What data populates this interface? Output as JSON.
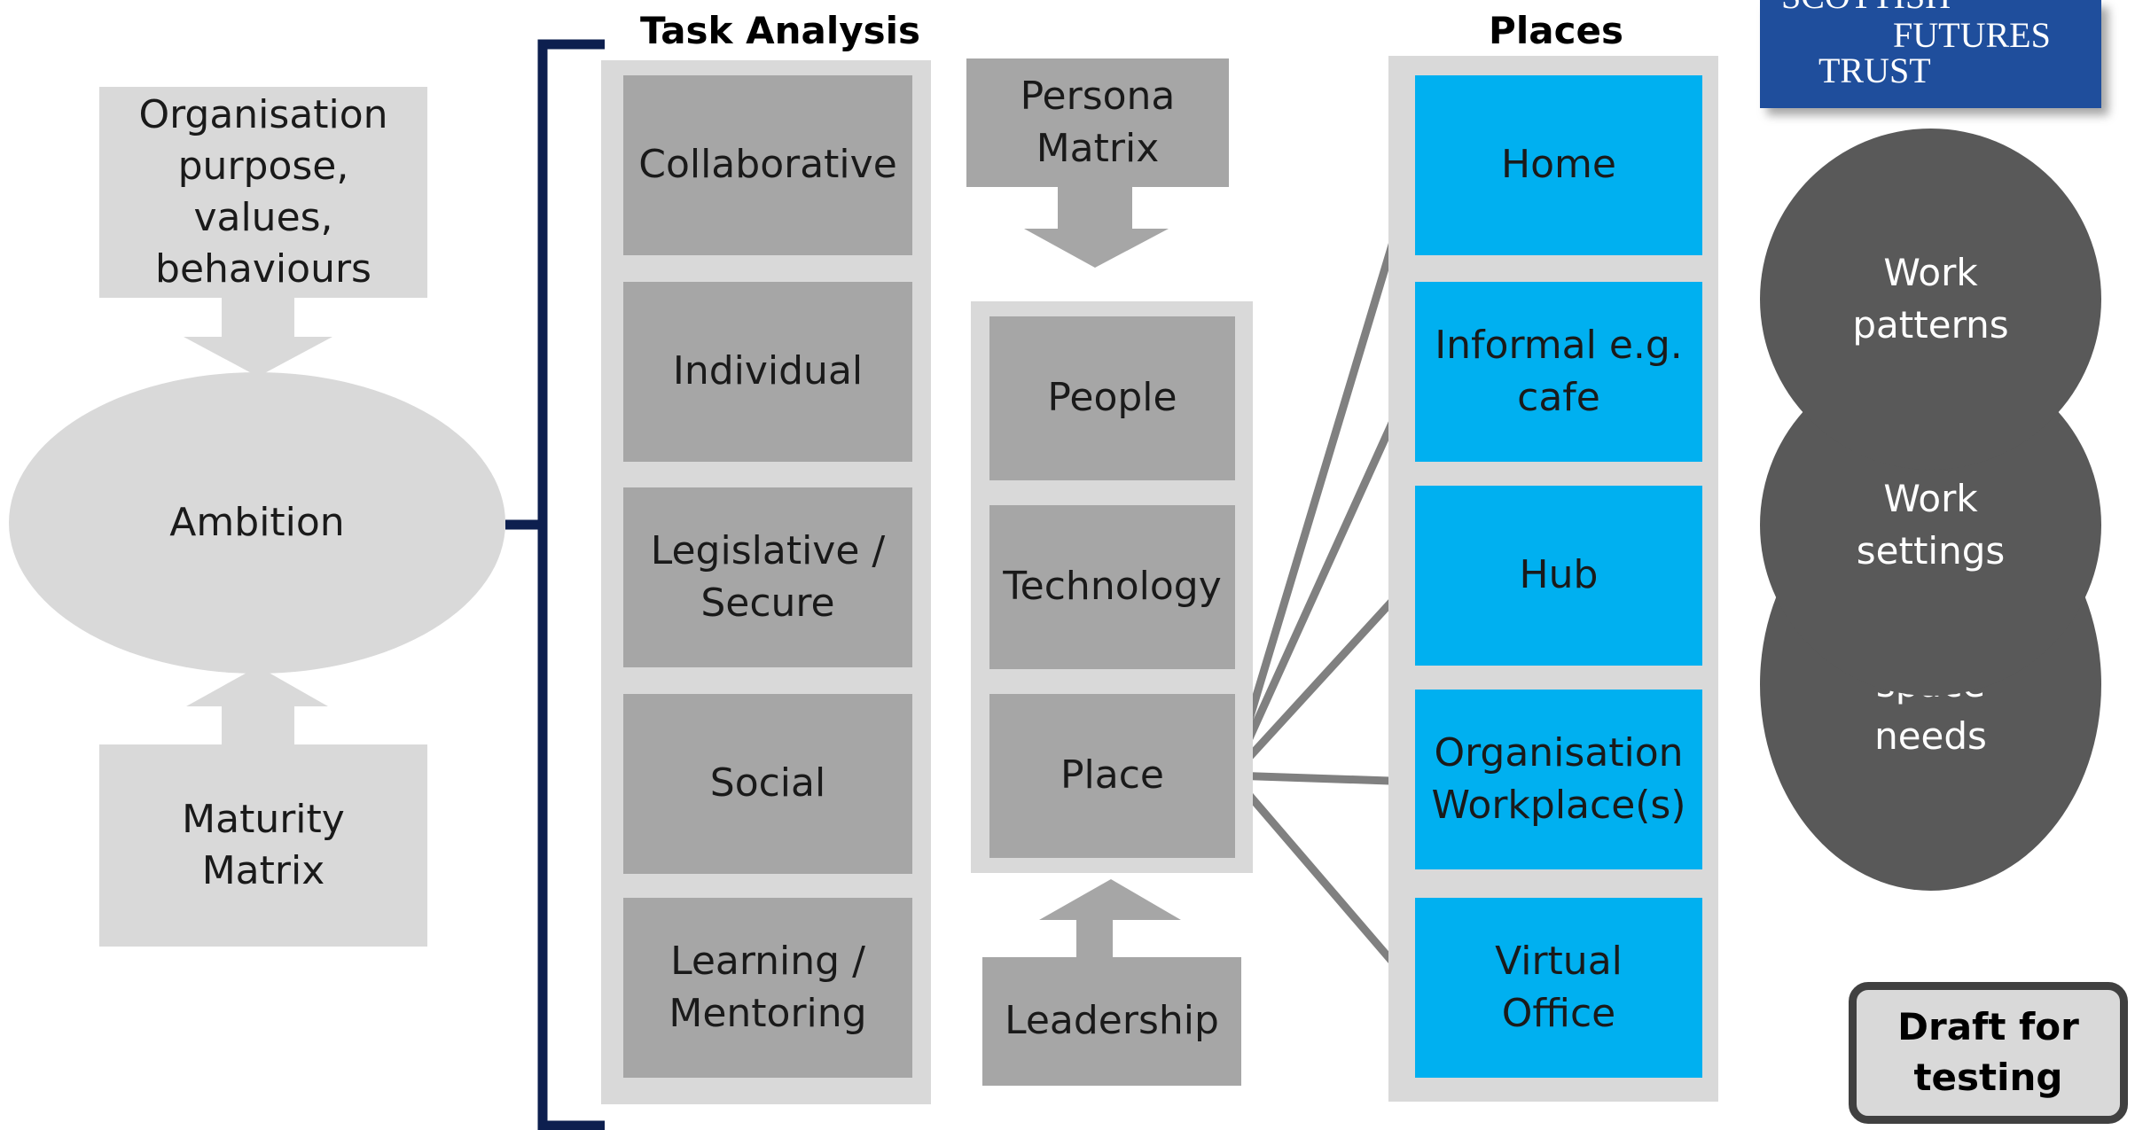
{
  "left": {
    "organisation": "Organisation\npurpose, values,\nbehaviours",
    "ambition": "Ambition",
    "maturity": "Maturity\nMatrix"
  },
  "task_analysis": {
    "title": "Task Analysis",
    "items": [
      "Collaborative",
      "Individual",
      "Legislative /\nSecure",
      "Social",
      "Learning /\nMentoring"
    ]
  },
  "middle": {
    "persona": "Persona\nMatrix",
    "items": [
      "People",
      "Technology",
      "Place"
    ],
    "leadership": "Leadership"
  },
  "places": {
    "title": "Places",
    "items": [
      "Home",
      "Informal e.g.\ncafe",
      "Hub",
      "Organisation\nWorkplace(s)",
      "Virtual\nOffice"
    ]
  },
  "logo": {
    "line1": "SCOTTISH",
    "line2": "FUTURES",
    "line3": "TRUST"
  },
  "circles": [
    "Work\npatterns",
    "Work\nsettings",
    "Place/\nspace\nneeds"
  ],
  "draft": "Draft for\ntesting",
  "colors": {
    "light_gray": "#d9d9d9",
    "mid_gray": "#a6a6a6",
    "blue": "#00b0f0",
    "dark_gray": "#595959",
    "navy": "#0d1f4f"
  }
}
